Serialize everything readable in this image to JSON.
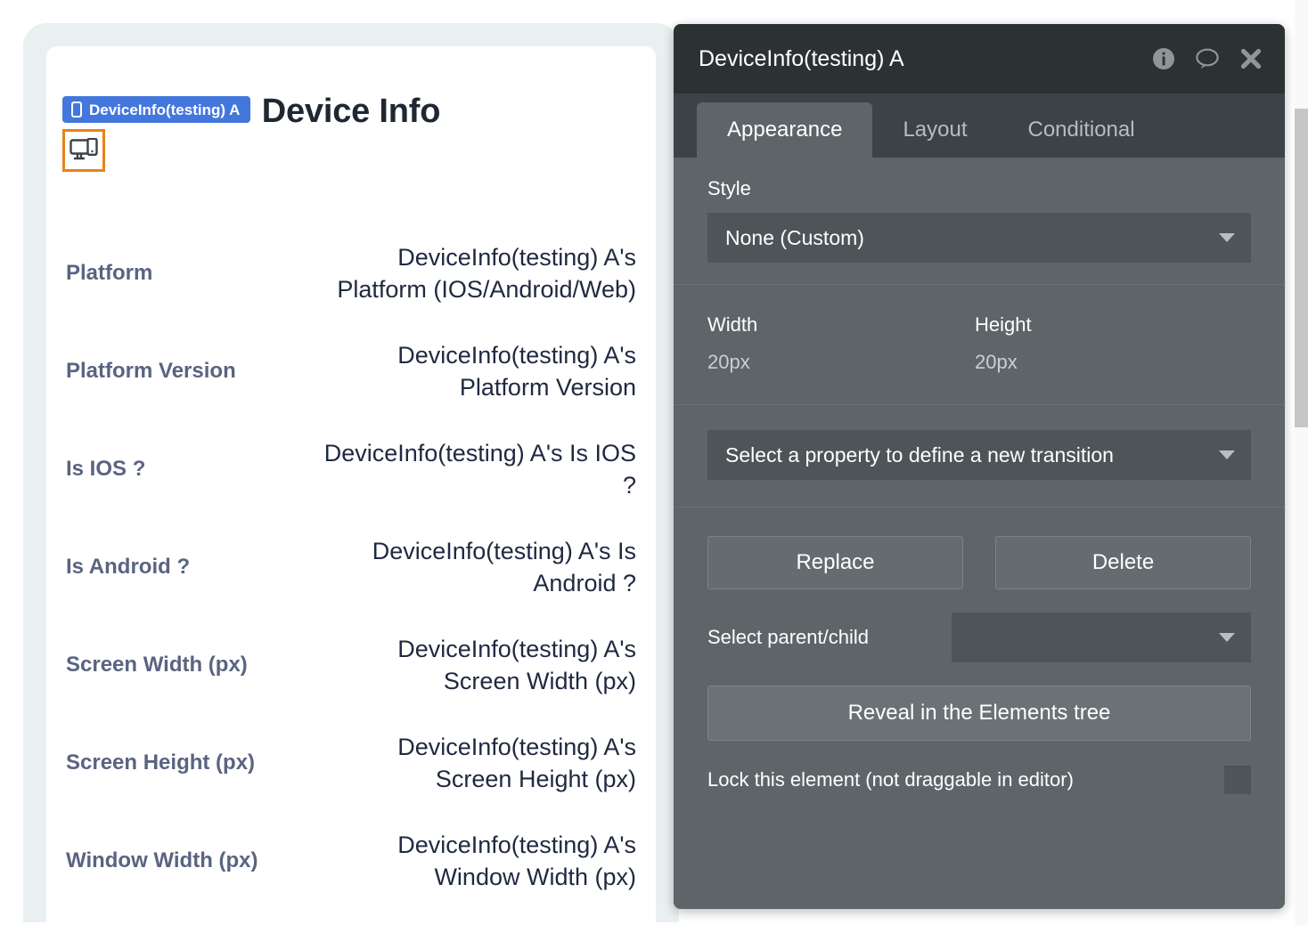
{
  "canvas": {
    "page_title": "Device Info",
    "selection_badge": {
      "label": "DeviceInfo(testing) A",
      "icon": "phone-icon",
      "color": "#4477dd"
    },
    "selected_element": {
      "icon": "device-monitor-phone-icon",
      "highlight_color": "#e8821a"
    },
    "rows": [
      {
        "label": "Platform",
        "value": "DeviceInfo(testing) A's Platform (IOS/Android/Web)"
      },
      {
        "label": "Platform Version",
        "value": "DeviceInfo(testing) A's Platform Version"
      },
      {
        "label": "Is IOS ?",
        "value": "DeviceInfo(testing) A's Is IOS ?"
      },
      {
        "label": "Is Android ?",
        "value": "DeviceInfo(testing) A's Is Android ?"
      },
      {
        "label": "Screen Width (px)",
        "value": "DeviceInfo(testing) A's Screen Width (px)"
      },
      {
        "label": "Screen Height (px)",
        "value": "DeviceInfo(testing) A's Screen Height (px)"
      },
      {
        "label": "Window Width (px)",
        "value": "DeviceInfo(testing) A's Window Width (px)"
      }
    ]
  },
  "editor": {
    "title": "DeviceInfo(testing) A",
    "header_icons": [
      {
        "name": "info-icon"
      },
      {
        "name": "comment-icon"
      },
      {
        "name": "close-icon"
      }
    ],
    "tabs": [
      {
        "label": "Appearance",
        "active": true
      },
      {
        "label": "Layout",
        "active": false
      },
      {
        "label": "Conditional",
        "active": false
      }
    ],
    "style": {
      "label": "Style",
      "value": "None (Custom)"
    },
    "dimensions": {
      "width_label": "Width",
      "width_value": "20px",
      "height_label": "Height",
      "height_value": "20px"
    },
    "transition": {
      "value": "Select a property to define a new transition"
    },
    "buttons": {
      "replace": "Replace",
      "delete": "Delete",
      "reveal": "Reveal in the Elements tree"
    },
    "parent_child": {
      "label": "Select parent/child",
      "value": ""
    },
    "lock": {
      "label": "Lock this element (not draggable in editor)",
      "checked": false
    },
    "colors": {
      "header_bg": "#2c3234",
      "tabbar_bg": "#3c4245",
      "body_bg": "#5d6569",
      "accent_blue": "#4477dd",
      "accent_orange": "#e8821a"
    }
  }
}
